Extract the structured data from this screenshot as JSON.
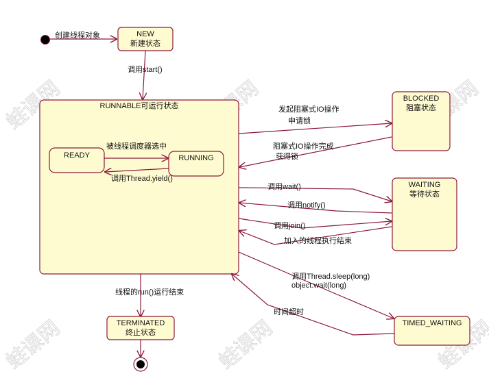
{
  "watermark": "蛙课网",
  "colors": {
    "state_fill": "#fffbd0",
    "stroke": "#8b1a3a",
    "text": "#111111"
  },
  "initial_label": "创建线程对象",
  "states": {
    "new": {
      "name": "NEW",
      "desc": "新建状态"
    },
    "runnable": {
      "title": "RUNNABLE可运行状态"
    },
    "ready": {
      "name": "READY"
    },
    "running": {
      "name": "RUNNING"
    },
    "blocked": {
      "name": "BLOCKED",
      "desc": "阻塞状态"
    },
    "waiting": {
      "name": "WAITING",
      "desc": "等待状态"
    },
    "timed_waiting": {
      "name": "TIMED_WAITING"
    },
    "terminated": {
      "name": "TERMINATED",
      "desc": "终止状态"
    }
  },
  "transitions": {
    "start": "调用start()",
    "scheduler": "被线程调度器选中",
    "yield": "调用Thread.yield()",
    "io_start_1": "发起阻塞式IO操作",
    "io_start_2": "申请锁",
    "io_done_1": "阻塞式IO操作完成",
    "io_done_2": "获得锁",
    "wait": "调用wait()",
    "notify": "调用notify()",
    "join": "调用join()",
    "join_end": "加入的线程执行结束",
    "sleep_1": "调用Thread.sleep(long)",
    "sleep_2": "object.wait(long)",
    "timeout": "时间超时",
    "run_end": "线程的run()运行结束"
  }
}
